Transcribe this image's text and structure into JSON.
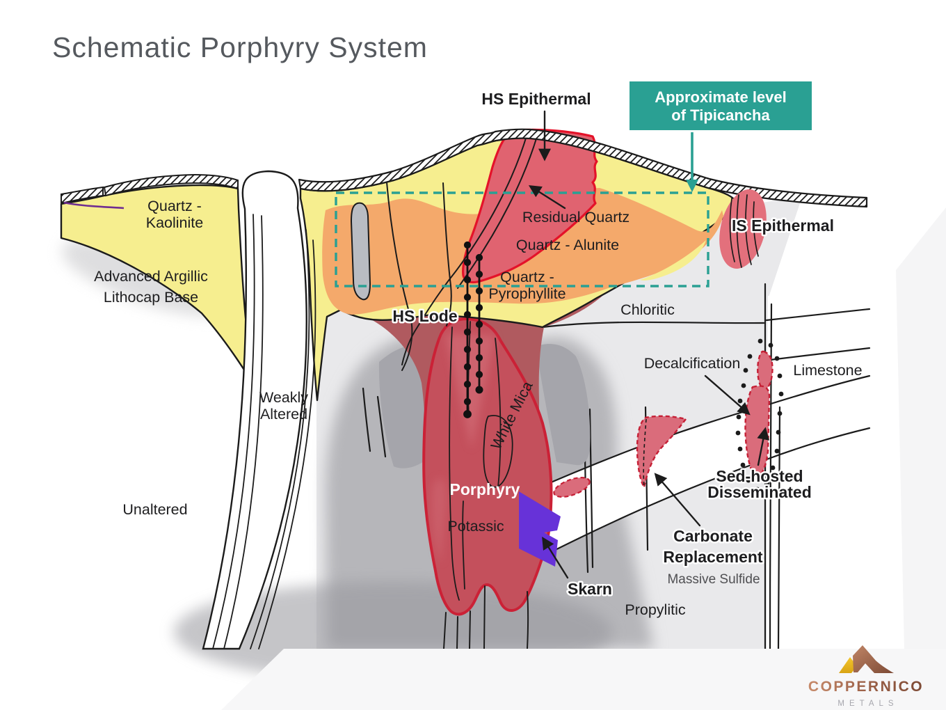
{
  "title": "Schematic Porphyry System",
  "annotation_box": {
    "line1": "Approximate level",
    "line2": "of Tipicancha"
  },
  "labels": {
    "hs_epithermal": "HS Epithermal",
    "quartz_kaolinite_1": "Quartz -",
    "quartz_kaolinite_2": "Kaolinite",
    "advanced_argillic_1": "Advanced Argillic",
    "advanced_argillic_2": "Lithocap Base",
    "residual_quartz": "Residual Quartz",
    "quartz_alunite": "Quartz - Alunite",
    "quartz_pyrophyllite_1": "Quartz -",
    "quartz_pyrophyllite_2": "Pyrophyllite",
    "is_epithermal": "IS Epithermal",
    "hs_lode": "HS Lode",
    "chloritic": "Chloritic",
    "weakly_altered_1": "Weakly",
    "weakly_altered_2": "Altered",
    "white_mica": "White Mica",
    "unaltered": "Unaltered",
    "porphyry": "Porphyry",
    "potassic": "Potassic",
    "decalcification": "Decalcification",
    "limestone": "Limestone",
    "sed_hosted_1": "Sed-hosted",
    "sed_hosted_2": "Disseminated",
    "carbonate_1": "Carbonate",
    "carbonate_2": "Replacement",
    "massive_sulfide": "Massive Sulfide",
    "skarn": "Skarn",
    "propylitic": "Propylitic"
  },
  "logo": {
    "name": "COPPERNICO",
    "subtitle": "METALS"
  },
  "colors": {
    "teal_accent": "#2AA093",
    "lithocap_yellow": "#F6EE8F",
    "residual_quartz_orange": "#F4A96B",
    "pyrophyllite_maroon": "#B05A5F",
    "hs_epithermal_pink": "#E06370",
    "vein_red": "#E41229",
    "porphyry_fill": "#C4505C",
    "porphyry_outline": "#CB2136",
    "skarn_purple": "#6732D8",
    "chloritic_grey": "#E9E9EB",
    "propylitic_grey": "#B6B6BA",
    "line_black": "#1B1B1B"
  }
}
